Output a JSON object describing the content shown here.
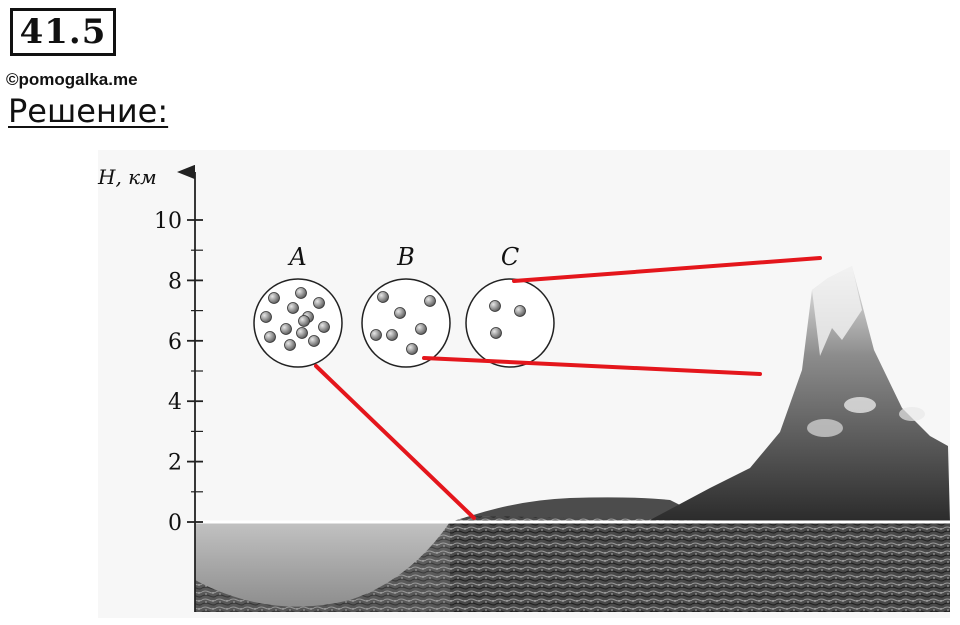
{
  "header": {
    "problem_number": "41.5",
    "copyright": "©pomogalka.me",
    "solution_label": "Решение:"
  },
  "diagram": {
    "axis_label": "H, км",
    "ticks": [
      "0",
      "2",
      "4",
      "6",
      "8",
      "10"
    ],
    "circles": [
      {
        "label": "A",
        "molecule_count": 13
      },
      {
        "label": "B",
        "molecule_count": 7
      },
      {
        "label": "C",
        "molecule_count": 3
      }
    ],
    "colors": {
      "connector_lines": "#e4161c",
      "molecule": "#777777",
      "water": "#a8a8a8",
      "ground": "#3c3c3c",
      "mountain": "#555555"
    }
  }
}
